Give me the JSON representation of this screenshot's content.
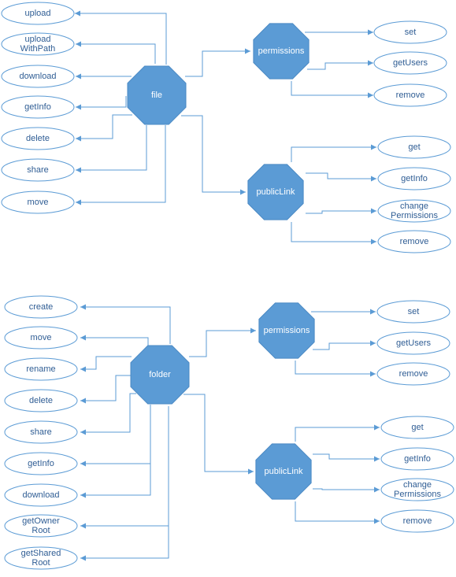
{
  "colors": {
    "accent": "#5b9bd5",
    "text": "#2f5d94",
    "hub_text": "#ffffff"
  },
  "file_section": {
    "hub": "file",
    "methods": [
      "upload",
      "upload\nWithPath",
      "download",
      "getInfo",
      "delete",
      "share",
      "move"
    ],
    "permissions": {
      "hub": "permissions",
      "methods": [
        "set",
        "getUsers",
        "remove"
      ]
    },
    "public_link": {
      "hub": "publicLink",
      "methods": [
        "get",
        "getInfo",
        "change\nPermissions",
        "remove"
      ]
    }
  },
  "folder_section": {
    "hub": "folder",
    "methods": [
      "create",
      "move",
      "rename",
      "delete",
      "share",
      "getInfo",
      "download",
      "getOwner\nRoot",
      "getShared\nRoot"
    ],
    "permissions": {
      "hub": "permissions",
      "methods": [
        "set",
        "getUsers",
        "remove"
      ]
    },
    "public_link": {
      "hub": "publicLink",
      "methods": [
        "get",
        "getInfo",
        "change\nPermissions",
        "remove"
      ]
    }
  }
}
